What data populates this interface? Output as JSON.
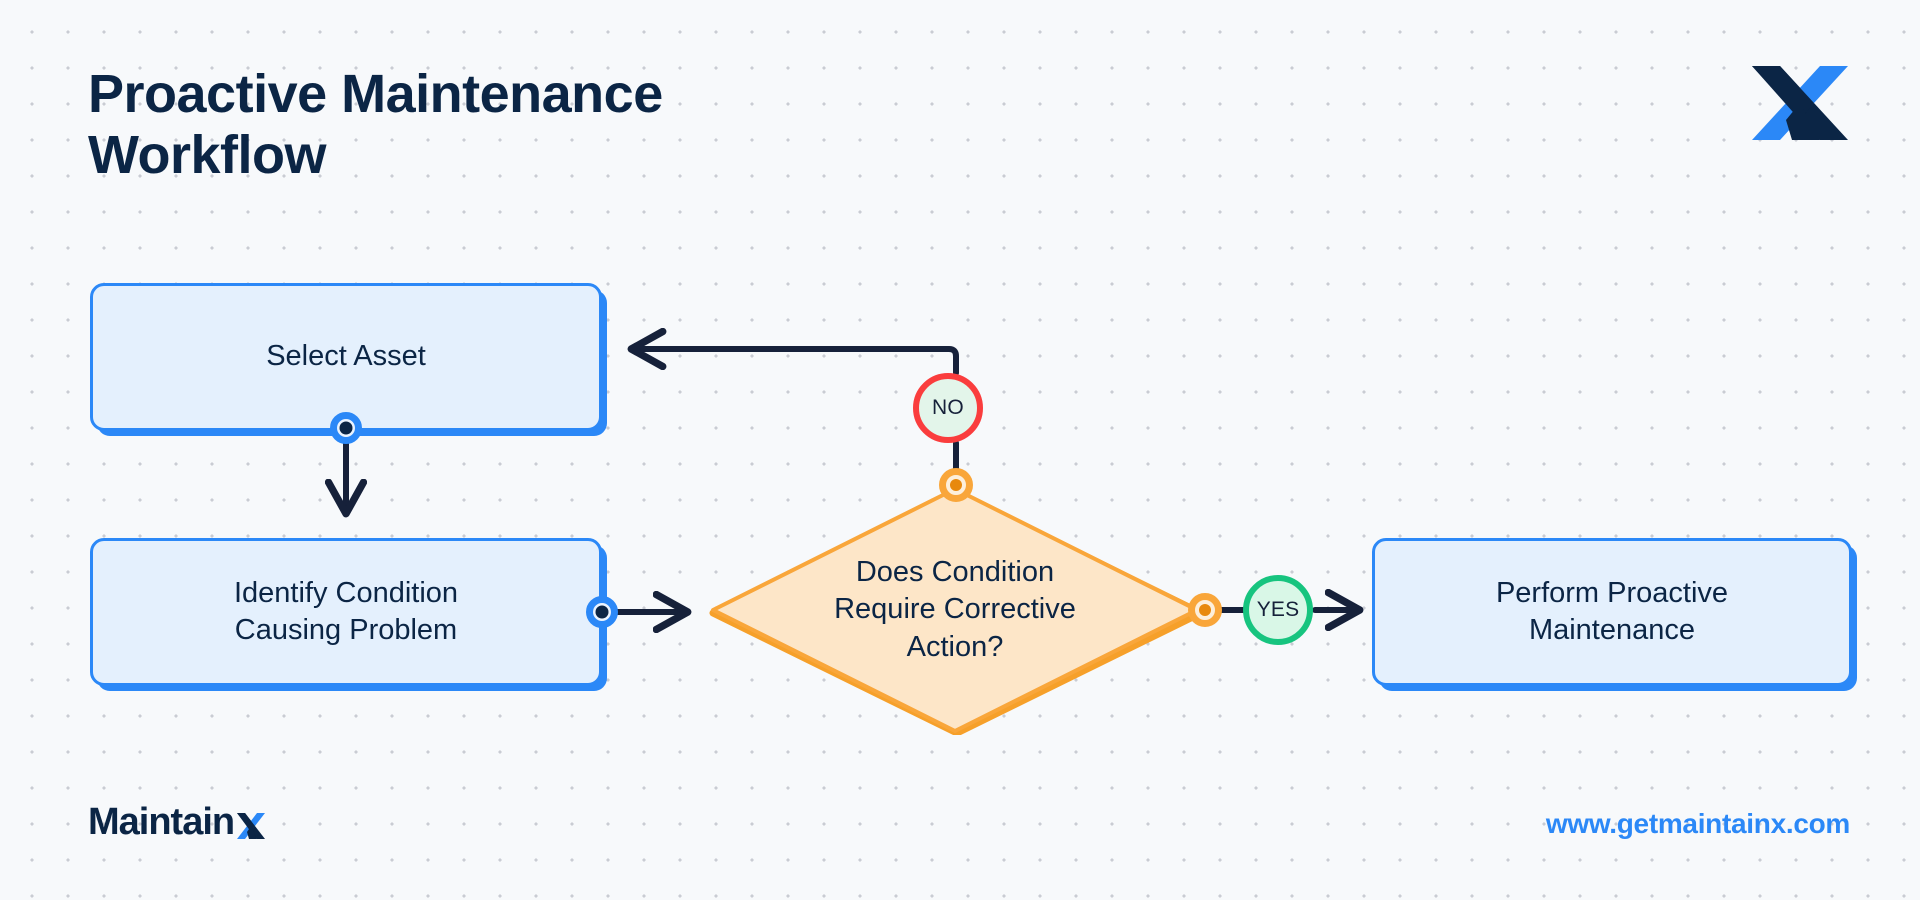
{
  "header": {
    "title": "Proactive Maintenance\nWorkflow",
    "logo_icon": "maintainx-x-logo-icon"
  },
  "footer": {
    "wordmark_text": "Maintain",
    "wordmark_x": "X",
    "url": "www.getmaintainx.com"
  },
  "colors": {
    "canvas_bg": "#f7f9fb",
    "grid_dot": "#c9ccd3",
    "navy": "#0b2545",
    "brand_blue": "#2b88f7",
    "process_fill": "#e4f0fd",
    "decision_fill": "#fde6c8",
    "decision_stroke": "#f9a63a",
    "decision_shadow": "#f6a02a",
    "no_stroke": "#fa3d3d",
    "no_fill": "#e3f5ea",
    "yes_stroke": "#17c47f",
    "yes_fill": "#d9f7e7",
    "edge_stroke": "#16213a"
  },
  "flow": {
    "nodes": [
      {
        "id": "select-asset",
        "type": "process",
        "label": "Select Asset"
      },
      {
        "id": "identify-condition",
        "type": "process",
        "label": "Identify Condition\nCausing Problem"
      },
      {
        "id": "decision",
        "type": "decision",
        "label": "Does Condition\nRequire Corrective\nAction?"
      },
      {
        "id": "perform-maintenance",
        "type": "process",
        "label": "Perform Proactive\nMaintenance"
      }
    ],
    "edges": [
      {
        "id": "select-to-identify",
        "from": "select-asset",
        "to": "identify-condition",
        "label": ""
      },
      {
        "id": "identify-to-decision",
        "from": "identify-condition",
        "to": "decision",
        "label": ""
      },
      {
        "id": "decision-yes",
        "from": "decision",
        "to": "perform-maintenance",
        "label": "YES"
      },
      {
        "id": "decision-no",
        "from": "decision",
        "to": "select-asset",
        "label": "NO"
      }
    ],
    "branch_labels": {
      "no": "NO",
      "yes": "YES"
    }
  }
}
